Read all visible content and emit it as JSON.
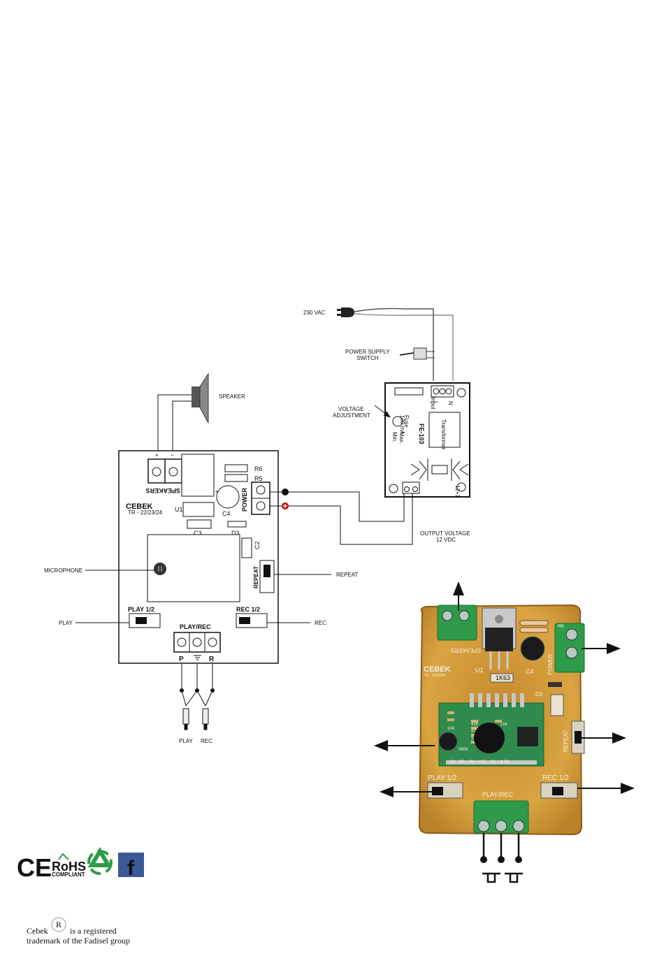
{
  "wiring_labels": {
    "ac_input": "230 VAC",
    "power_switch": "POWER SUPPLY\nSWITCH",
    "voltage_adjust": "VOLTAGE\nADJUSTMENT",
    "speaker": "SPEAKER",
    "output_voltage": "OUTPUT VOLTAGE\n12 VDC",
    "microphone": "MICROPHONE",
    "repeat": "REPEAT",
    "play": "PLAY",
    "rec": "REC",
    "play_button": "PLAY",
    "rec_button": "REC"
  },
  "power_supply_module": {
    "model": "FE-103",
    "transformer": "Transformer",
    "fuse": "Fuse\n100 mA",
    "pot_max": "Max.",
    "pot_min": "Min.",
    "input_label": "Input",
    "l_label": "L",
    "n_label": "N",
    "output_label": "12+1"
  },
  "pcb_schematic": {
    "brand": "CEBEK",
    "model_codes": "TR - 22/23/24",
    "speakers": "SPEAKERS",
    "power": "POWER",
    "play_sw": "PLAY 1/2",
    "rec_sw": "REC 1/2",
    "play_rec": "PLAY/REC",
    "repeat_sw": "REPEAT",
    "components": [
      "R6",
      "R5",
      "U1",
      "C4",
      "C3",
      "D3",
      "C2"
    ],
    "terminals": [
      "P",
      "R"
    ]
  },
  "pcb_photo": {
    "brand": "CEBEK",
    "model_codes": "TR - 22/23/24",
    "speakers": "SPEAKERS",
    "power": "POWER",
    "repeat": "REPEAT",
    "play_sw": "PLAY 1/2",
    "rec_sw": "REC 1/2",
    "play_rec": "PLAY/REC",
    "u1": "U1",
    "c4": "C4",
    "d3": "D3",
    "r6": "R6",
    "chip": "1K63",
    "resistor_marks": [
      "47K",
      "47K",
      "106",
      "104",
      "390K",
      "104",
      "2K",
      "106"
    ],
    "pin_labels": "47K  -PB+  -PL+  +RE-  +RL  LB  BP"
  },
  "certifications": {
    "ce": "CE",
    "rohs": "RoHS",
    "rohs_sub": "COMPLIANT",
    "facebook": "f"
  },
  "trademark": {
    "brand": "Cebek",
    "symbol": "R",
    "line1": "is a registered",
    "line2": "trademark of the Fadisel group"
  },
  "colors": {
    "pcb_board": "#d9a441",
    "terminal_green": "#2e9b4a",
    "line": "#111111"
  }
}
